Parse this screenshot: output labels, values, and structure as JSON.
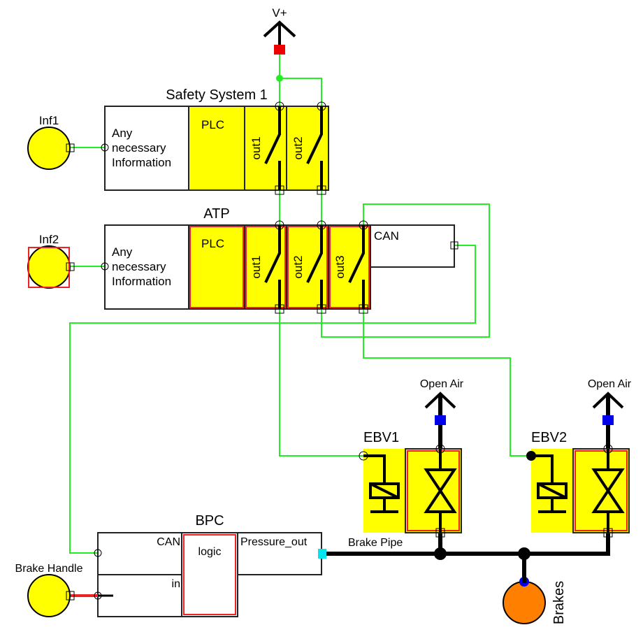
{
  "diagram": {
    "supply": {
      "label": "V+"
    },
    "inputs": [
      {
        "id": "inf1",
        "label": "Inf1"
      },
      {
        "id": "inf2",
        "label": "Inf2",
        "selected": true
      },
      {
        "id": "brake-handle",
        "label": "Brake Handle"
      }
    ],
    "safety_system_1": {
      "title": "Safety System 1",
      "info_lines": [
        "Any",
        "necessary",
        "Information"
      ],
      "plc_label": "PLC",
      "outputs": [
        "out1",
        "out2"
      ]
    },
    "atp": {
      "title": "ATP",
      "info_lines": [
        "Any",
        "necessary",
        "Information"
      ],
      "plc_label": "PLC",
      "outputs": [
        "out1",
        "out2",
        "out3"
      ],
      "can_label": "CAN"
    },
    "valves": [
      {
        "id": "ebv1",
        "label": "EBV1",
        "vent_label": "Open Air"
      },
      {
        "id": "ebv2",
        "label": "EBV2",
        "vent_label": "Open Air"
      }
    ],
    "bpc": {
      "title": "BPC",
      "can_label": "CAN",
      "in_label": "in",
      "logic_label": "logic",
      "pressure_label": "Pressure_out"
    },
    "brake_pipe_label": "Brake Pipe",
    "brakes_label": "Brakes",
    "colors": {
      "wire": "#22ee22",
      "block_fill": "#ffff00",
      "selection": "#ee2222",
      "supply_port": "#ee0000",
      "vent_port": "#0000ee",
      "pressure_port": "#00e5ee",
      "brakes_fill": "#ff8000"
    }
  }
}
